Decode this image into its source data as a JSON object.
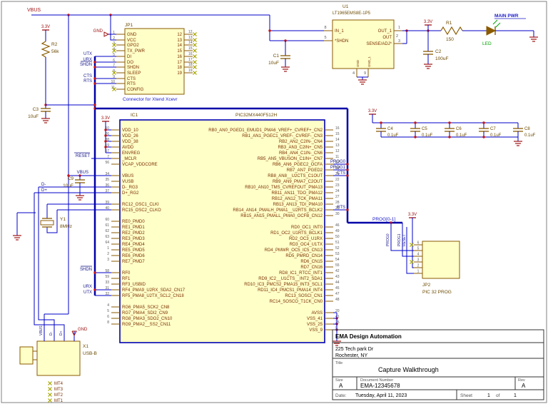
{
  "colors": {
    "wire": "#0000C8",
    "bus": "#0000A8",
    "partFill": "#FFFFC8",
    "part": "#8A5A00",
    "icOutline": "#0000B4",
    "pin": "#8A5A00",
    "pinName": "#7A2E00",
    "num": "#5A5A5A",
    "ref": "#6B4A00",
    "net": "#19198C",
    "blue": "#1919C8",
    "pwr": "#A01414",
    "green": "#00A000",
    "junction": "#C81414",
    "nc": "#A8A800",
    "black": "#000000",
    "border": "#808080"
  },
  "power": {
    "v33": "3.3V",
    "gnd": "GND"
  },
  "nets": {
    "vbus": "VBUS",
    "utx": "UTX",
    "urx": "URX",
    "shdn": "SHDN",
    "cts": "CTS",
    "rts": "RTS",
    "reset": "RESET",
    "dm": "D-",
    "dp": "D+",
    "prog0": "PROG0",
    "prog1": "PROG1",
    "prog_bus": "PROG[0-1]",
    "main_pwr": "MAIN PWR",
    "led": "LED"
  },
  "jp1": {
    "ref": "JP1",
    "note": "Connector for Xtend Xcevr",
    "left_pins": [
      {
        "num": "1",
        "name": "GND"
      },
      {
        "num": "2",
        "name": "VCC"
      },
      {
        "num": "3",
        "name": "GPO2"
      },
      {
        "num": "4",
        "name": "TX_PWR"
      },
      {
        "num": "5",
        "name": "DI"
      },
      {
        "num": "6",
        "name": "DO"
      },
      {
        "num": "7",
        "name": "SHDN"
      },
      {
        "num": "8",
        "name": "SLEEP"
      },
      {
        "num": "9",
        "name": "CTS"
      },
      {
        "num": "10",
        "name": "RTS"
      },
      {
        "num": "11",
        "name": "CONFIG"
      }
    ],
    "right_pins": [
      {
        "num": "12",
        "name": "12"
      },
      {
        "num": "13",
        "name": "13"
      },
      {
        "num": "14",
        "name": "14"
      },
      {
        "num": "15",
        "name": "15"
      },
      {
        "num": "16",
        "name": "16"
      },
      {
        "num": "17",
        "name": "17"
      },
      {
        "num": "18",
        "name": "18"
      },
      {
        "num": "19",
        "name": "19"
      }
    ]
  },
  "u1": {
    "ref": "U1",
    "value": "LT1965EMS8E-1P5",
    "left_pins": [
      {
        "num": "8",
        "name": "IN_1"
      },
      {
        "num": "5",
        "name": "*SHDN"
      }
    ],
    "right_pins": [
      {
        "num": "1",
        "name": "OUT_1"
      },
      {
        "num": "2",
        "name": "OUT"
      },
      {
        "num": "3",
        "name": "SENSE/ADJ*"
      }
    ],
    "bottom_pins": [
      {
        "num": "4",
        "name": "GND"
      },
      {
        "num": "9",
        "name": "GND_1"
      }
    ]
  },
  "ic1": {
    "ref": "IC1",
    "value": "PIC32MX440F512H",
    "left_groups": [
      [
        {
          "num": "10",
          "name": "VDD_10"
        },
        {
          "num": "26",
          "name": "VDD_26"
        },
        {
          "num": "38",
          "name": "VDD_38"
        },
        {
          "num": "19",
          "name": "AVDD"
        },
        {
          "num": "57",
          "name": "ENVREG"
        },
        {
          "num": "7",
          "name": "_MCLR"
        },
        {
          "num": "56",
          "name": "VCAP_VDDCORE"
        }
      ],
      [
        {
          "num": "34",
          "name": "VBUS"
        },
        {
          "num": "35",
          "name": "VUSB"
        },
        {
          "num": "36",
          "name": "D-_RG3"
        },
        {
          "num": "37",
          "name": "D+_RG2"
        }
      ],
      [
        {
          "num": "39",
          "name": "RC12_OSC1_CLKI"
        },
        {
          "num": "40",
          "name": "RC15_OSC2_CLKO"
        }
      ],
      [
        {
          "num": "60",
          "name": "RE0_PMD0"
        },
        {
          "num": "61",
          "name": "RE1_PMD1"
        },
        {
          "num": "62",
          "name": "RE2_PMD2"
        },
        {
          "num": "63",
          "name": "RE3_PMD3"
        },
        {
          "num": "64",
          "name": "RE4_PMD4"
        },
        {
          "num": "1",
          "name": "RE5_PMD5"
        },
        {
          "num": "2",
          "name": "RE6_PMD6"
        },
        {
          "num": "3",
          "name": "RE7_PMD7"
        }
      ],
      [
        {
          "num": "58",
          "name": "RF0"
        },
        {
          "num": "59",
          "name": "RF1"
        },
        {
          "num": "33",
          "name": "RF3_USBID"
        },
        {
          "num": "31",
          "name": "RF4_PMA9_U2RX_SDA2_CN17"
        },
        {
          "num": "32",
          "name": "RF5_PMA8_U2TX_SCL2_CN18"
        }
      ],
      [
        {
          "num": "4",
          "name": "RG6_PMA5_SCK2_CN8"
        },
        {
          "num": "5",
          "name": "RG7_PMA4_SDI2_CN9"
        },
        {
          "num": "6",
          "name": "RG8_PMA3_SDO2_CN10"
        },
        {
          "num": "8",
          "name": "RG9_PMA2__SS2_CN11"
        }
      ]
    ],
    "right_groups": [
      [
        {
          "num": "16",
          "name": "RB0_AN0_PGED1_EMUD1_PMA6_VREF+_CVREF+_CN2"
        },
        {
          "num": "15",
          "name": "RB1_AN1_PGEC1_VREF-_CVREF-_CN3"
        },
        {
          "num": "14",
          "name": "RB2_AN2_C2IN-_CN4"
        },
        {
          "num": "13",
          "name": "RB3_AN3_C2IN+_CN5"
        },
        {
          "num": "12",
          "name": "RB4_AN4_C1IN-_CN6"
        },
        {
          "num": "11",
          "name": "RB5_AN5_VBUSON_C1IN+_CN7"
        },
        {
          "num": "17",
          "name": "RB6_AN6_PGEC2_OCFA"
        },
        {
          "num": "18",
          "name": "RB7_AN7_PGED2"
        },
        {
          "num": "21",
          "name": "RB8_AN8__U2CTS_C1OUT"
        },
        {
          "num": "22",
          "name": "RB9_AN9_PMA7_C2OUT"
        },
        {
          "num": "23",
          "name": "RB10_AN10_TMS_CVREFOUT_PMA13"
        },
        {
          "num": "24",
          "name": "RB11_AN11_TDO_PMA12"
        },
        {
          "num": "27",
          "name": "RB12_AN12_TCK_PMA11"
        },
        {
          "num": "28",
          "name": "RB13_AN13_TDI_PMA10"
        },
        {
          "num": "29",
          "name": "RB14_AN14_PMALH_PMA1__U2RTS_BCLK2"
        },
        {
          "num": "30",
          "name": "RB15_AN15_PMALL_PMA0_OCFB_CN12"
        }
      ],
      [
        {
          "num": "46",
          "name": "RD0_OC1_INT0"
        },
        {
          "num": "49",
          "name": "RD1_OC2_U1RTS_BCLK1"
        },
        {
          "num": "50",
          "name": "RD2_OC3_U1RX"
        },
        {
          "num": "51",
          "name": "RD3_OC4_U1TX"
        },
        {
          "num": "52",
          "name": "RD4_PMWR_OC5_IC5_CN13"
        },
        {
          "num": "53",
          "name": "RD5_PMRD_CN14"
        },
        {
          "num": "54",
          "name": "RD6_CN15"
        },
        {
          "num": "55",
          "name": "RD7_CN16"
        },
        {
          "num": "42",
          "name": "RD8_IC1_RTCC_INT1"
        },
        {
          "num": "43",
          "name": "RD9_IC2__U1CTS__INT2_SDA1"
        },
        {
          "num": "44",
          "name": "RD10_IC3_PMCS2_PMA15_INT3_SCL1"
        },
        {
          "num": "45",
          "name": "RD11_IC4_PMCS1_PMA14_INT4"
        },
        {
          "num": "47",
          "name": "RC13_SOSCI_CN1"
        },
        {
          "num": "48",
          "name": "RC14_SOSCO_T1CK_CN0"
        }
      ],
      [
        {
          "num": "20",
          "name": "AVSS"
        },
        {
          "num": "41",
          "name": "VSS_41"
        },
        {
          "num": "25",
          "name": "VSS_25"
        },
        {
          "num": "9",
          "name": "VSS_9"
        }
      ]
    ]
  },
  "jp2": {
    "ref": "JP2",
    "value": "PIC 32 PROG",
    "pin_numbers": [
      "6",
      "5",
      "4",
      "3",
      "2",
      "1"
    ]
  },
  "x1": {
    "ref": "X1",
    "value": "USB-B",
    "top_nets": [
      "VBUS",
      "D-",
      "D+",
      "GND"
    ],
    "mounts": [
      "MT4",
      "MT3",
      "MT2",
      "MT1"
    ]
  },
  "passives": {
    "r1": {
      "ref": "R1",
      "value": "150"
    },
    "r2": {
      "ref": "R2",
      "value": "56k"
    },
    "c1": {
      "ref": "C1",
      "value": "10uF"
    },
    "c2": {
      "ref": "C2",
      "value": "100uF"
    },
    "c3": {
      "ref": "C3",
      "value": "10uF"
    },
    "c9": {
      "ref": "C9",
      "value": "10uF"
    },
    "y1": {
      "ref": "Y1",
      "value": "8MHz"
    },
    "bank": [
      {
        "ref": "C4",
        "value": "0.1uF"
      },
      {
        "ref": "C5",
        "value": "0.1uF"
      },
      {
        "ref": "C6",
        "value": "0.1uF"
      },
      {
        "ref": "C7",
        "value": "0.1uF"
      },
      {
        "ref": "C8",
        "value": "0.1uF"
      }
    ]
  },
  "titleblock": {
    "company": "EMA Design Automation",
    "addr1": "225 Tech park Dr",
    "addr2": "Rochester, NY",
    "title_label": "Title",
    "title": "Capture Walkthrough",
    "size_label": "Size",
    "size": "A",
    "doc_label": "Document Number",
    "doc_number": "EMA-12345678",
    "rev_label": "Rev",
    "rev": "A",
    "date_label": "Date:",
    "date": "Tuesday, April 11, 2023",
    "sheet_label": "Sheet",
    "sheet": "1",
    "of_label": "of",
    "sheet_total": "1"
  }
}
